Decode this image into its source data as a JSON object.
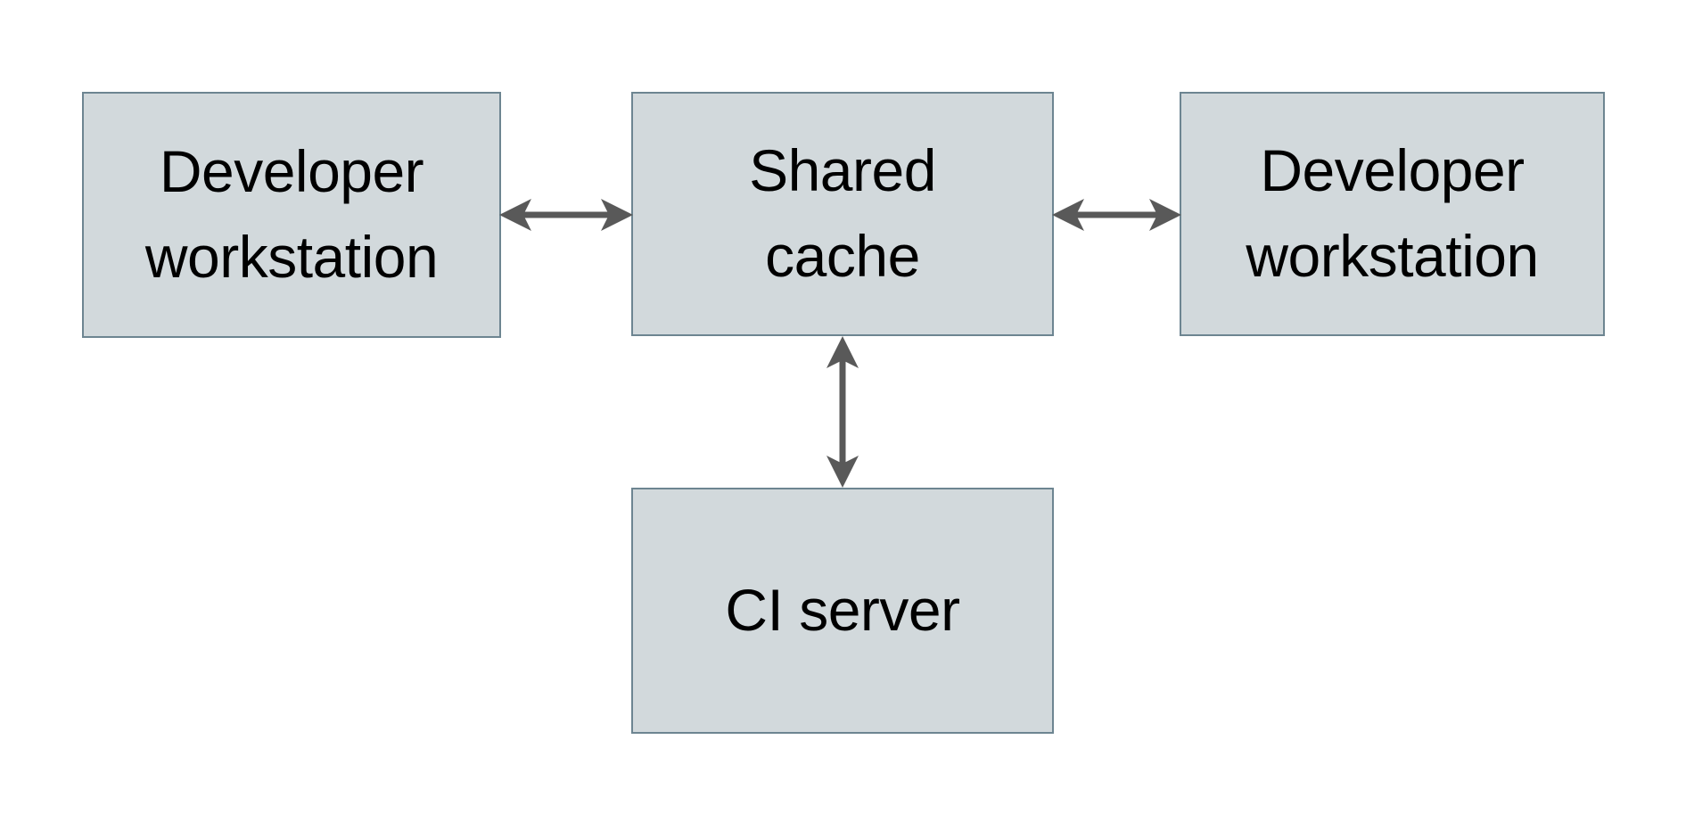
{
  "theme": {
    "background": "#ffffff",
    "box_fill": "#d2d9dc",
    "box_border": "#6d8591",
    "arrow_color": "#595959",
    "text_color": "#000000"
  },
  "diagram": {
    "type": "architecture-diagram",
    "nodes": {
      "dev_left": {
        "label": "Developer workstation",
        "line1": "Developer",
        "line2": "workstation"
      },
      "shared_cache": {
        "label": "Shared cache",
        "line1": "Shared",
        "line2": "cache"
      },
      "dev_right": {
        "label": "Developer workstation",
        "line1": "Developer",
        "line2": "workstation"
      },
      "ci_server": {
        "label": "CI server",
        "line1": "CI server"
      }
    },
    "edges": [
      {
        "from": "Developer workstation (left)",
        "to": "Shared cache",
        "direction": "bidirectional"
      },
      {
        "from": "Shared cache",
        "to": "Developer workstation (right)",
        "direction": "bidirectional"
      },
      {
        "from": "Shared cache",
        "to": "CI server",
        "direction": "bidirectional"
      }
    ]
  }
}
